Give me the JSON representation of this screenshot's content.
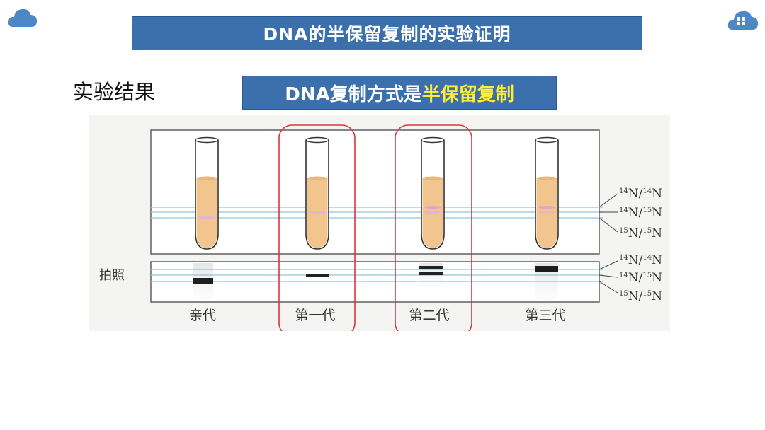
{
  "header": {
    "title": "DNA的半保留复制的实验证明"
  },
  "section": {
    "label": "实验结果",
    "conclusion_prefix": "DNA复制方式是",
    "conclusion_highlight": "半保留复制"
  },
  "figure": {
    "generations": [
      {
        "label": "亲代",
        "band_position": "15N/15N"
      },
      {
        "label": "第一代",
        "band_position": "14N/15N"
      },
      {
        "label": "第二代",
        "band_position": "14N/14N + 14N/15N"
      },
      {
        "label": "第三代",
        "band_position": "14N/14N (heavy) + 14N/15N (faint)"
      }
    ],
    "photo_label": "拍照",
    "tube_density_labels": [
      {
        "mass1": "14",
        "mass2": "14"
      },
      {
        "mass1": "14",
        "mass2": "15"
      },
      {
        "mass1": "15",
        "mass2": "15"
      }
    ],
    "photo_density_labels": [
      {
        "mass1": "14",
        "mass2": "14"
      },
      {
        "mass1": "14",
        "mass2": "15"
      },
      {
        "mass1": "15",
        "mass2": "15"
      }
    ],
    "highlighted": [
      "第一代",
      "第二代"
    ]
  },
  "colors": {
    "banner": "#3b70ad",
    "highlight_text": "#ffee33",
    "tube_fill": "#f2c48e",
    "marker_ring": "#d9363e",
    "guide_line": "#8fc6d6"
  }
}
